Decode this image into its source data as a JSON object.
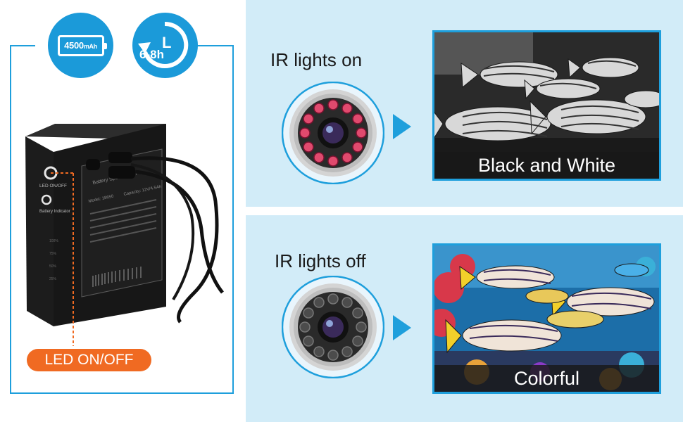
{
  "badges": {
    "battery": {
      "capacity": "4500",
      "unit": "mAh"
    },
    "runtime": {
      "hours": "6-8h",
      "letter": "L"
    }
  },
  "device": {
    "led_button_label": "LED ON/OFF",
    "battery_indicator_label": "Battery Indicator",
    "indicator_levels": [
      "100%",
      "75%",
      "50%",
      "25%"
    ],
    "spec_title": "Battery Specification",
    "spec_model": "Model: 18650",
    "spec_capacity": "Capacity: 12V/4.5Ah"
  },
  "led_callout": "LED ON/OFF",
  "ir_on": {
    "label": "IR lights on",
    "caption": "Black and White"
  },
  "ir_off": {
    "label": "IR lights off",
    "caption": "Colorful"
  },
  "colors": {
    "accent_blue": "#1e9fdc",
    "badge_blue": "#1b9ad9",
    "callout_orange": "#f06a22",
    "panel_bg": "#d2ecf8"
  }
}
